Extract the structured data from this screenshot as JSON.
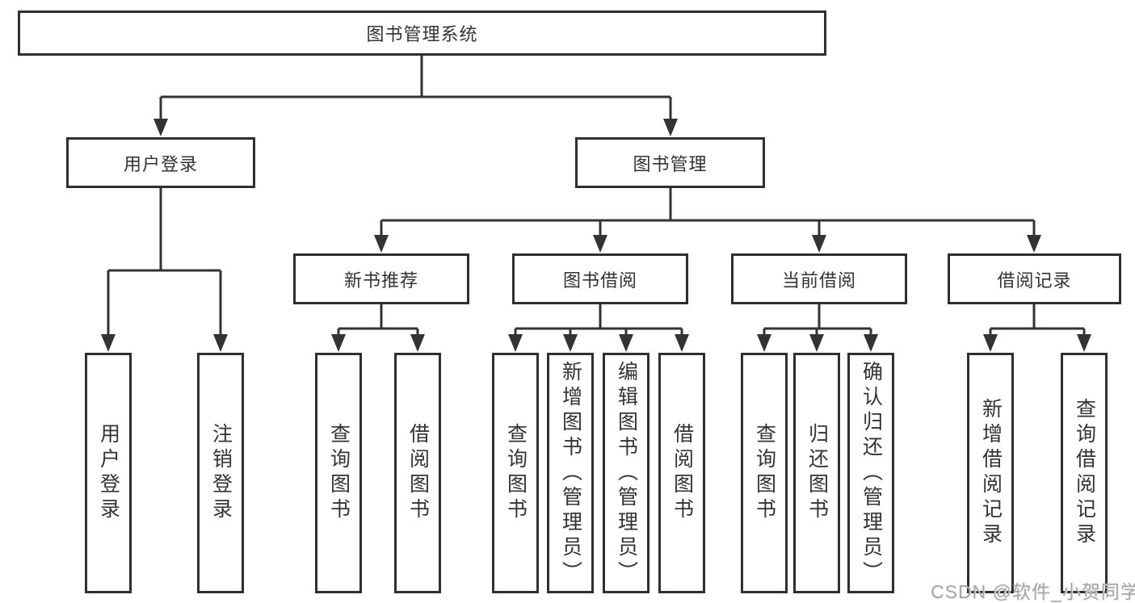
{
  "diagram": {
    "root": "图书管理系统",
    "level2": [
      "用户登录",
      "图书管理"
    ],
    "level3": [
      "新书推荐",
      "图书借阅",
      "当前借阅",
      "借阅记录"
    ],
    "leaves": {
      "user_login": [
        "用户登录",
        "注销登录"
      ],
      "new_book_recommend": [
        "查询图书",
        "借阅图书"
      ],
      "book_borrow": [
        "查询图书",
        "新增图书（管理员）",
        "编辑图书（管理员）",
        "借阅图书"
      ],
      "current_borrow": [
        "查询图书",
        "归还图书",
        "确认归还（管理员）"
      ],
      "borrow_record": [
        "新增借阅记录",
        "查询借阅记录"
      ]
    }
  },
  "watermark": "CSDN @软件_小贺同学",
  "colors": {
    "line": "#333333",
    "border": "#2f2f2f",
    "text": "#333333",
    "watermark": "#a6a6a6",
    "background": "#ffffff"
  }
}
